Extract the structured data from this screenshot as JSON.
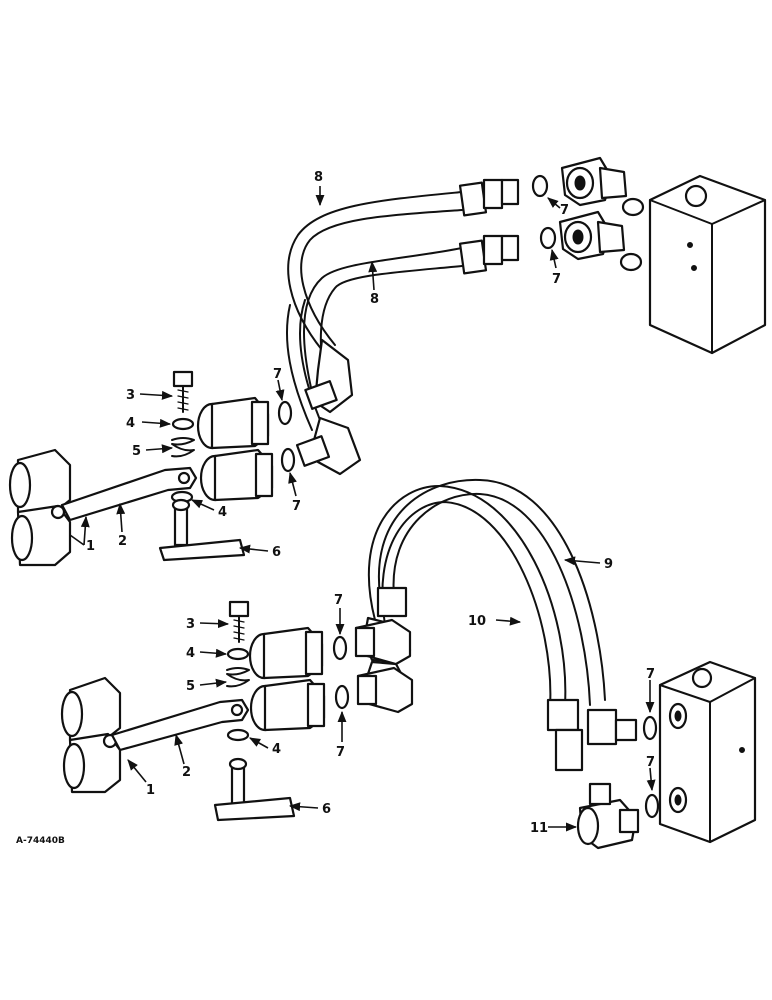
{
  "figure_id": "A-74440B",
  "callouts": {
    "c1a": "1",
    "c1b": "1",
    "c2a": "2",
    "c2b": "2",
    "c3a": "3",
    "c3b": "3",
    "c4a": "4",
    "c4b": "4",
    "c4c": "4",
    "c4d": "4",
    "c5a": "5",
    "c5b": "5",
    "c6a": "6",
    "c6b": "6",
    "c7a": "7",
    "c7b": "7",
    "c7c": "7",
    "c7d": "7",
    "c7e": "7",
    "c7f": "7",
    "c7g": "7",
    "c7h": "7",
    "c8a": "8",
    "c8b": "8",
    "c9": "9",
    "c10": "10",
    "c11": "11"
  }
}
